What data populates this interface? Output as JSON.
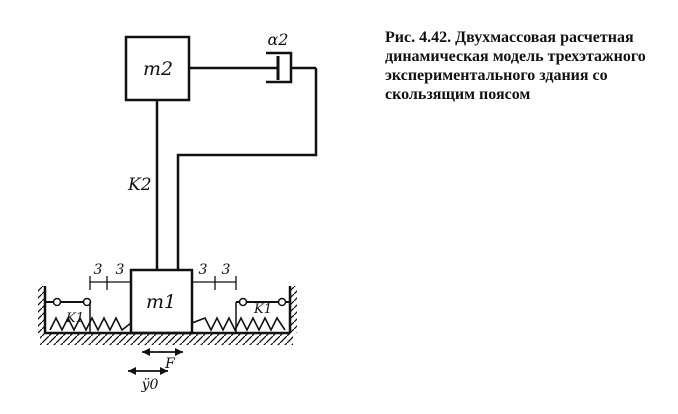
{
  "figure": {
    "caption_number": "Рис. 4.42.",
    "caption_text": "Двухмассовая расчетная динамическая модель трехэтажного экспериментального здания со скользящим поясом"
  },
  "labels": {
    "mass_top": "m2",
    "mass_bottom": "m1",
    "damper": "α2",
    "column_stiffness": "K2",
    "spring_left": "K1",
    "spring_right": "K1",
    "gap_left_outer": "3",
    "gap_left_inner": "3",
    "gap_right_inner": "3",
    "gap_right_outer": "3",
    "force": "F",
    "ground_accel": "ÿ0"
  }
}
